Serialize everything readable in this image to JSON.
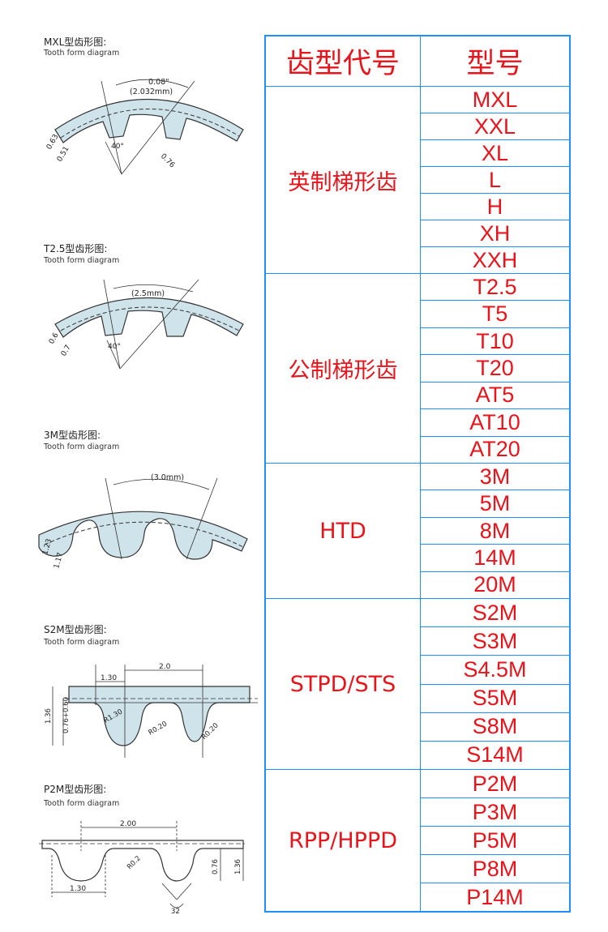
{
  "diagrams": [
    {
      "title": "MXL型齿形图:",
      "subtitle": "Tooth form diagram",
      "labels": {
        "pitch_in": "0.08\"",
        "pitch_mm": "(2.032mm)",
        "angle": "40°",
        "d1": "0.63",
        "d2": "0.51",
        "d3": "0.76"
      }
    },
    {
      "title": "T2.5型齿形图:",
      "subtitle": "Tooth form diagram",
      "labels": {
        "pitch_mm": "(2.5mm)",
        "angle": "40°",
        "d1": "0.6",
        "d2": "0.7"
      }
    },
    {
      "title": "3M型齿形图:",
      "subtitle": "Tooth form diagram",
      "labels": {
        "pitch_mm": "(3.0mm)",
        "d1": "1.23",
        "d2": "1.17"
      }
    },
    {
      "title": "S2M型齿形图:",
      "subtitle": "Tooth form diagram",
      "labels": {
        "pitch": "2.0",
        "w": "1.30",
        "h1": "1.36",
        "h2": "0.76+0.60",
        "r1": "R1.30",
        "r2": "R0.20",
        "r3": "R0.20"
      }
    },
    {
      "title": "P2M型齿形图:",
      "subtitle": "Tooth form diagram",
      "labels": {
        "pitch": "2.00",
        "w": "1.30",
        "r": "R0.2",
        "h1": "0.76",
        "h2": "1.36",
        "angle": "32"
      }
    }
  ],
  "table": {
    "header": {
      "col1": "齿型代号",
      "col2": "型号"
    },
    "groups": [
      {
        "name": "英制梯形齿",
        "items": [
          "MXL",
          "XXL",
          "XL",
          "L",
          "H",
          "XH",
          "XXH"
        ]
      },
      {
        "name": "公制梯形齿",
        "items": [
          "T2.5",
          "T5",
          "T10",
          "T20",
          "AT5",
          "AT10",
          "AT20"
        ]
      },
      {
        "name": "HTD",
        "items": [
          "3M",
          "5M",
          "8M",
          "14M",
          "20M"
        ]
      },
      {
        "name": "STPD/STS",
        "items": [
          "S2M",
          "S3M",
          "S4.5M",
          "S5M",
          "S8M",
          "S14M"
        ]
      },
      {
        "name": "RPP/HPPD",
        "items": [
          "P2M",
          "P3M",
          "P5M",
          "P8M",
          "P14M"
        ]
      }
    ]
  },
  "colors": {
    "accent_red": "#e8141b",
    "border_blue": "#1e90ff",
    "belt_fill": "#cfe3ea"
  }
}
